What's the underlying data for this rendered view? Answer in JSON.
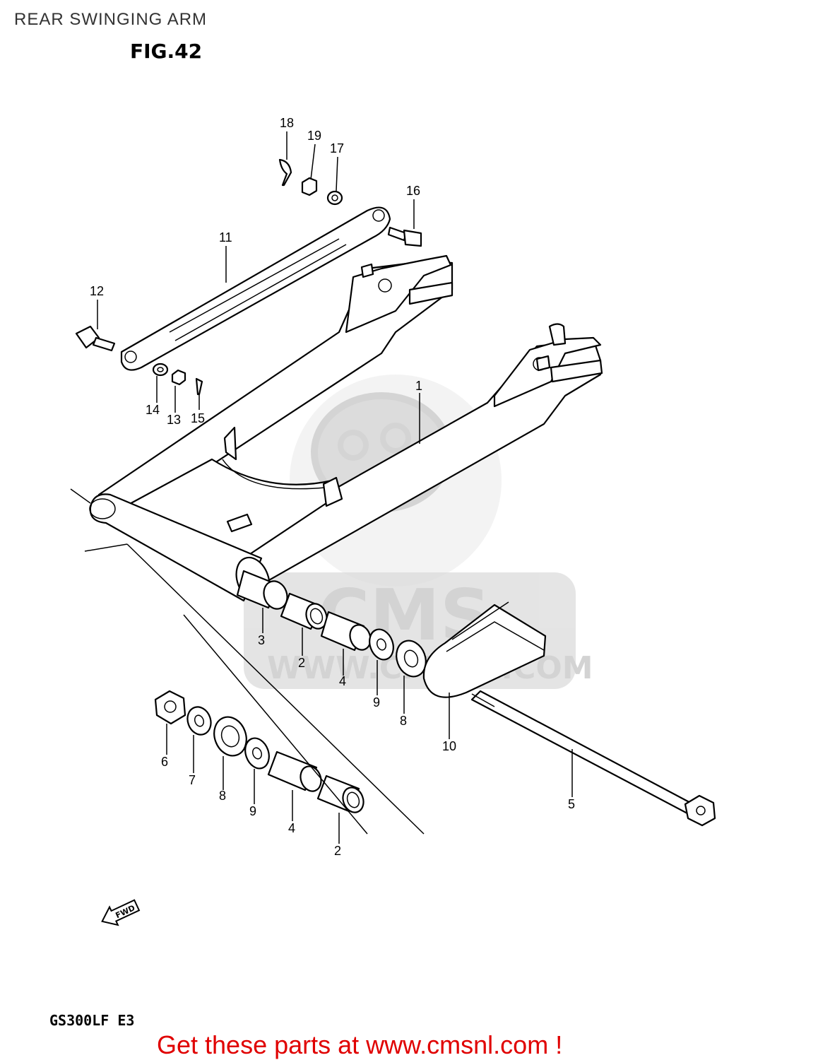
{
  "header": {
    "title": "REAR SWINGING ARM",
    "figure": "FIG.42"
  },
  "diagram": {
    "callouts": [
      "1",
      "2",
      "2",
      "3",
      "4",
      "4",
      "5",
      "6",
      "7",
      "8",
      "8",
      "9",
      "9",
      "10",
      "11",
      "12",
      "13",
      "14",
      "15",
      "16",
      "17",
      "18",
      "19"
    ],
    "fwd_arrow_label": "FWD"
  },
  "watermark": {
    "brand": "CMS",
    "url": "WWW.CMSNL.COM"
  },
  "footer": {
    "model_code": "GS300LF E3",
    "promo_text": "Get these parts at www.cmsnl.com !"
  }
}
